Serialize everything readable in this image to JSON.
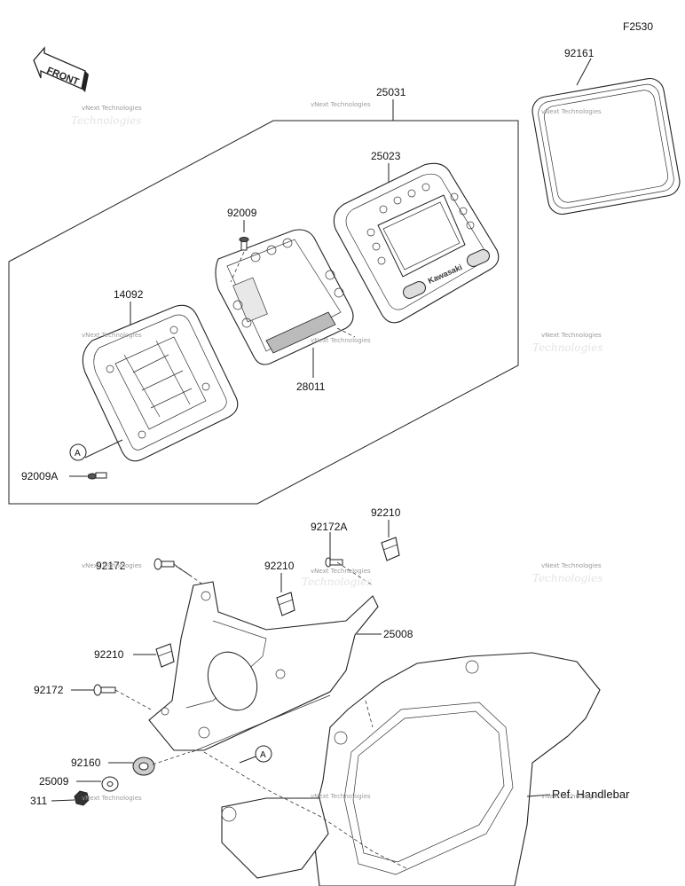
{
  "figure_code": "F2530",
  "front_arrow": "FRONT",
  "callouts": {
    "p92161": "92161",
    "p25031": "25031",
    "p25023": "25023",
    "p92009": "92009",
    "p14092": "14092",
    "p28011": "28011",
    "p92009A": "92009A",
    "p92172A": "92172A",
    "p92210_top": "92210",
    "p92172_top": "92172",
    "p92210_mid": "92210",
    "p25008": "25008",
    "p92210_left": "92210",
    "p92172": "92172",
    "p92160": "92160",
    "p25009": "25009",
    "p311": "311",
    "ref_handlebar": "Ref. Handlebar"
  },
  "ref_marks": {
    "a1": "A",
    "a2": "A"
  },
  "brand_on_meter": "Kawasaki",
  "watermark": {
    "line1": "vNext Technologies",
    "line2": "Technologies"
  }
}
